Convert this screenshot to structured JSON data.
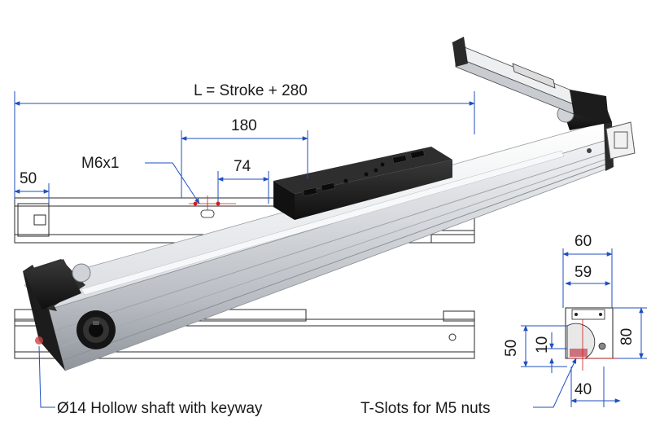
{
  "dimensions": {
    "overall_length": "L = Stroke + 280",
    "carriage_length": "180",
    "hole_spacing": "74",
    "end_offset": "50",
    "thread": "M6x1",
    "section_width_outer": "60",
    "section_width_inner": "59",
    "section_height": "80",
    "section_height_lower": "50",
    "section_slot_height": "10",
    "section_slot_width": "40"
  },
  "notes": {
    "shaft": "Ø14 Hollow shaft with keyway",
    "slots": "T-Slots for M5 nuts"
  },
  "colors": {
    "dimension_line": "#1f4fbf",
    "profile_aluminum": "#c9ccd1",
    "carriage_black": "#1b1b1b",
    "center_mark": "#d11a1a"
  }
}
